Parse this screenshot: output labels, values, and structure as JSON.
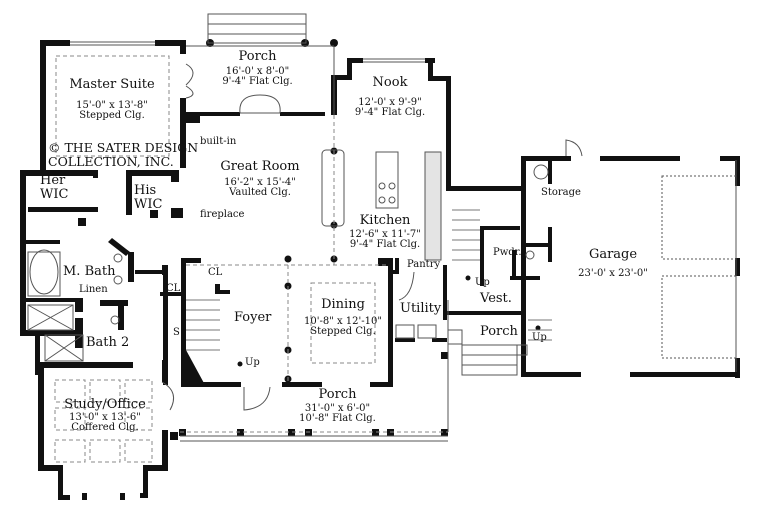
{
  "plan": {
    "copyright": [
      "© THE SATER DESIGN",
      "COLLECTION, INC."
    ],
    "rooms": {
      "master_suite": {
        "name": "Master Suite",
        "dims": "15'-0\" x 13'-8\"",
        "ceiling": "Stepped Clg."
      },
      "porch_rear": {
        "name": "Porch",
        "dims": "16'-0' x 8'-0\"",
        "ceiling": "9'-4\" Flat Clg."
      },
      "nook": {
        "name": "Nook",
        "dims": "12'-0' x 9'-9\"",
        "ceiling": "9'-4\" Flat Clg."
      },
      "great_room": {
        "name": "Great Room",
        "dims": "16'-2\" x 15'-4\"",
        "ceiling": "Vaulted Clg."
      },
      "kitchen": {
        "name": "Kitchen",
        "dims": "12'-6\" x 11'-7\"",
        "ceiling": "9'-4\" Flat Clg."
      },
      "her_wic": {
        "name": [
          "Her",
          "WIC"
        ]
      },
      "his_wic": {
        "name": [
          "His",
          "WIC"
        ]
      },
      "m_bath": {
        "name": "M. Bath"
      },
      "linen": {
        "name": "Linen"
      },
      "bath2": {
        "name": "Bath 2"
      },
      "study": {
        "name": "Study/Office",
        "dims": "13'-0\" x 13'-6\"",
        "ceiling": "Coffered Clg."
      },
      "foyer": {
        "name": "Foyer"
      },
      "dining": {
        "name": "Dining",
        "dims": "10'-8\" x 12'-10\"",
        "ceiling": "Stepped Clg."
      },
      "porch_front": {
        "name": "Porch",
        "dims": "31'-0\" x 6'-0\"",
        "ceiling": "10'-8\" Flat Clg."
      },
      "utility": {
        "name": "Utility"
      },
      "pantry": {
        "name": "Pantry"
      },
      "pwdr": {
        "name": "Pwdr."
      },
      "vest": {
        "name": "Vest."
      },
      "porch_side": {
        "name": "Porch"
      },
      "storage": {
        "name": "Storage"
      },
      "garage": {
        "name": "Garage",
        "dims": "23'-0' x 23'-0\""
      }
    },
    "notes": {
      "built_in": "built-in",
      "fireplace": "fireplace",
      "cl1": "CL",
      "cl2": "CL",
      "s": "S",
      "up_foyer": "Up",
      "up_vest": "Up",
      "up_garage": "Up"
    }
  }
}
